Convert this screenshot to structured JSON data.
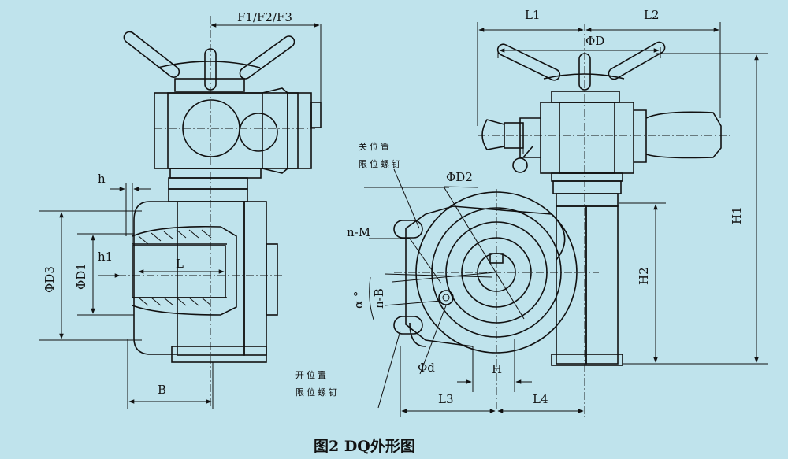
{
  "labels": {
    "f123": "F1/F2/F3",
    "h": "h",
    "h1": "h1",
    "L": "L",
    "phiD3": "ΦD3",
    "phiD1": "ΦD1",
    "B": "B",
    "L1": "L1",
    "L2": "L2",
    "phiD": "ΦD",
    "phiD2": "ΦD2",
    "nM": "n-M",
    "nB": "n-B",
    "alpha": "α °",
    "phid": "Φd",
    "H": "H",
    "L3": "L3",
    "L4": "L4",
    "H1": "H1",
    "H2": "H2",
    "close_pos_1": "关位置",
    "close_pos_2": "限位螺钉",
    "open_pos_1": "开位置",
    "open_pos_2": "限位螺钉"
  },
  "caption": "图2  DQ外形图",
  "colors": {
    "background": "#bfe3ec",
    "line": "#111111"
  }
}
